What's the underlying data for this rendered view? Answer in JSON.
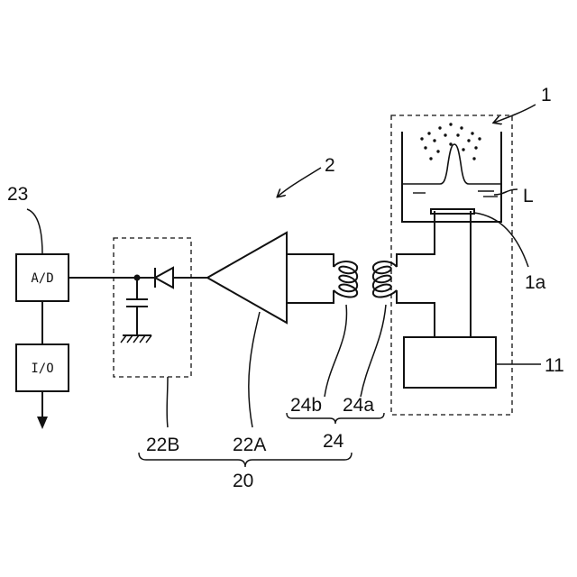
{
  "labels": {
    "ref_1": "1",
    "ref_2": "2",
    "ref_23": "23",
    "ref_L": "L",
    "ref_1a": "1a",
    "ref_11": "11",
    "ref_24b": "24b",
    "ref_24a": "24a",
    "ref_24": "24",
    "ref_22B": "22B",
    "ref_22A": "22A",
    "ref_20": "20"
  },
  "blocks": {
    "ad": "A/D",
    "io": "I/O"
  }
}
